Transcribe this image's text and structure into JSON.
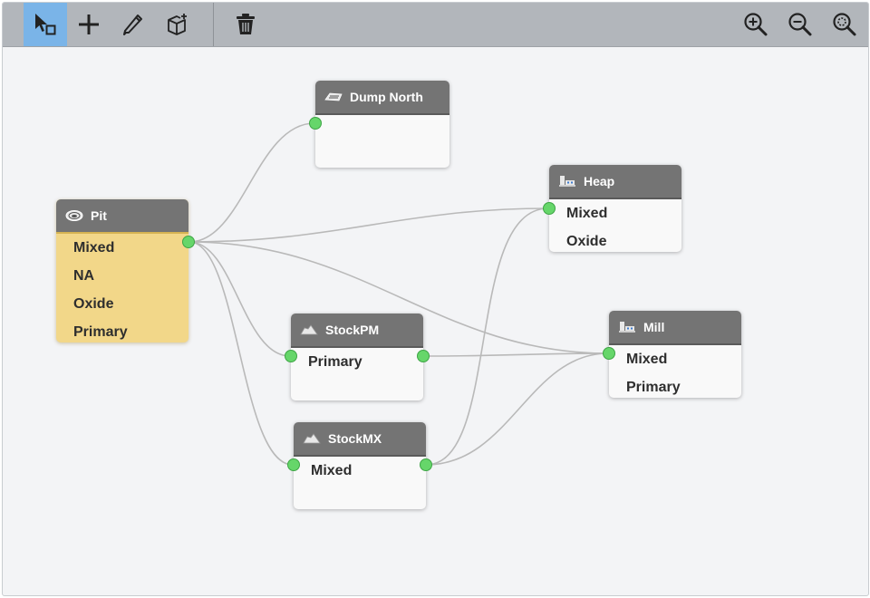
{
  "toolbar": {
    "tools": [
      {
        "name": "select-tool",
        "icon": "select-cursor-icon",
        "active": true
      },
      {
        "name": "add-tool",
        "icon": "plus-icon",
        "active": false
      },
      {
        "name": "edit-tool",
        "icon": "pencil-icon",
        "active": false
      },
      {
        "name": "new-node-tool",
        "icon": "box-add-icon",
        "active": false
      },
      {
        "name": "delete-tool",
        "icon": "trash-icon",
        "active": false
      }
    ],
    "zoom": [
      "zoom-in-icon",
      "zoom-out-icon",
      "zoom-reset-icon"
    ]
  },
  "colors": {
    "header": "#747474",
    "selected_node": "#f2d789",
    "port": "#66d66a",
    "wire": "#b9b9b9",
    "active_tool": "#7ab4e8"
  },
  "nodes": {
    "pit": {
      "title": "Pit",
      "icon": "pit-icon",
      "ports": [
        "Mixed",
        "NA",
        "Oxide",
        "Primary"
      ]
    },
    "dump_north": {
      "title": "Dump North",
      "icon": "dump-icon",
      "ports": []
    },
    "heap": {
      "title": "Heap",
      "icon": "plant-icon",
      "ports": [
        "Mixed",
        "Oxide"
      ]
    },
    "stockpm": {
      "title": "StockPM",
      "icon": "stockpile-icon",
      "ports": [
        "Primary"
      ]
    },
    "mill": {
      "title": "Mill",
      "icon": "plant-icon",
      "ports": [
        "Mixed",
        "Primary"
      ]
    },
    "stockmx": {
      "title": "StockMX",
      "icon": "stockpile-icon",
      "ports": [
        "Mixed"
      ]
    }
  }
}
